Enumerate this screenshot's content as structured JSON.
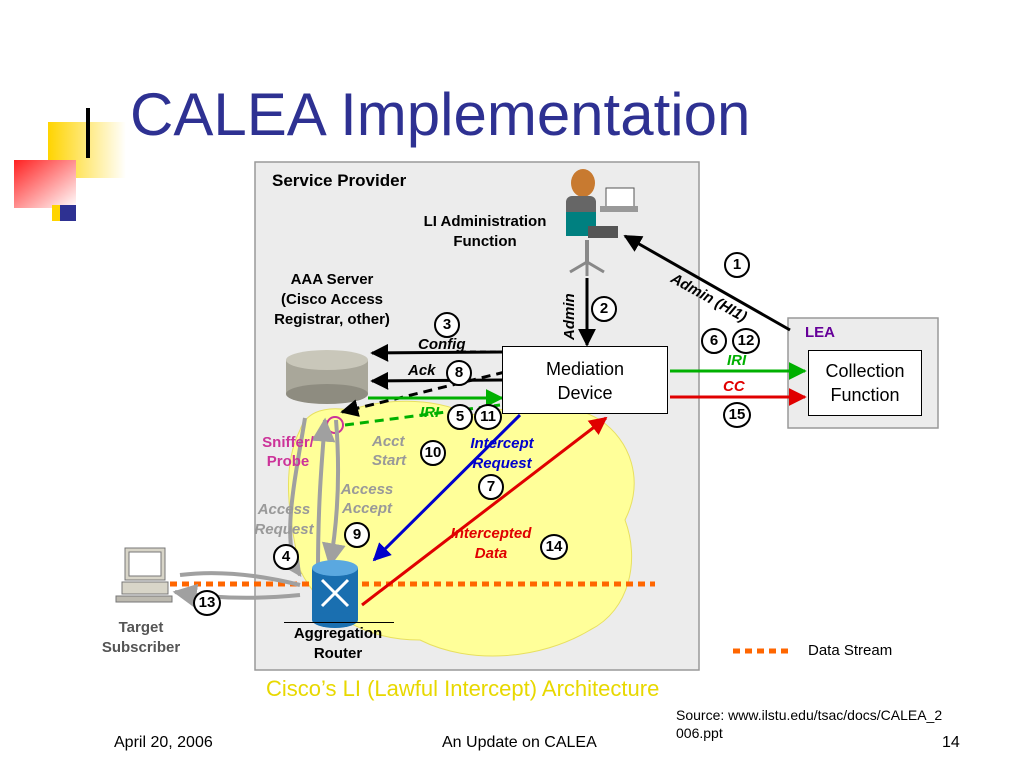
{
  "slide": {
    "title": "CALEA Implementation",
    "caption": "Cisco’s LI (Lawful Intercept) Architecture",
    "footer": {
      "date": "April 20, 2006",
      "center": "An Update on CALEA",
      "source": "Source: www.ilstu.edu/tsac/docs/CALEA_2006.ppt",
      "page": "14"
    }
  },
  "diagram": {
    "service_provider": "Service Provider",
    "li_admin": [
      "LI Administration",
      "Function"
    ],
    "aaa_server": [
      "AAA Server",
      "(Cisco Access",
      "Registrar, other)"
    ],
    "mediation": [
      "Mediation",
      "Device"
    ],
    "lea": "LEA",
    "collection": [
      "Collection",
      "Function"
    ],
    "sniffer": [
      "Sniffer/",
      "Probe"
    ],
    "target": [
      "Target",
      "Subscriber"
    ],
    "router": [
      "Aggregation",
      "Router"
    ],
    "legend": "Data Stream",
    "flows": {
      "admin_hi1": "Admin (HI1)",
      "admin": "Admin",
      "config": "Config",
      "ack": "Ack",
      "iri": "IRI",
      "iri_right": "IRI",
      "cc": "CC",
      "acct_start": [
        "Acct",
        "Start"
      ],
      "access_accept": [
        "Access",
        "Accept"
      ],
      "access_request": [
        "Access",
        "Request"
      ],
      "intercept_request": [
        "Intercept",
        "Request"
      ],
      "intercepted_data": [
        "Intercepted",
        "Data"
      ]
    },
    "steps": [
      "1",
      "2",
      "3",
      "4",
      "5",
      "6",
      "7",
      "8",
      "9",
      "10",
      "11",
      "12",
      "13",
      "14",
      "15"
    ],
    "colors": {
      "title": "#2e3192",
      "caption": "#e8d800",
      "iri": "#00b000",
      "cc": "#e00000",
      "intercept": "#0000cc",
      "sniffer": "#cc3399",
      "lea": "#660099",
      "data_stream": "#ff6600",
      "cloud": "#ffff99"
    }
  }
}
